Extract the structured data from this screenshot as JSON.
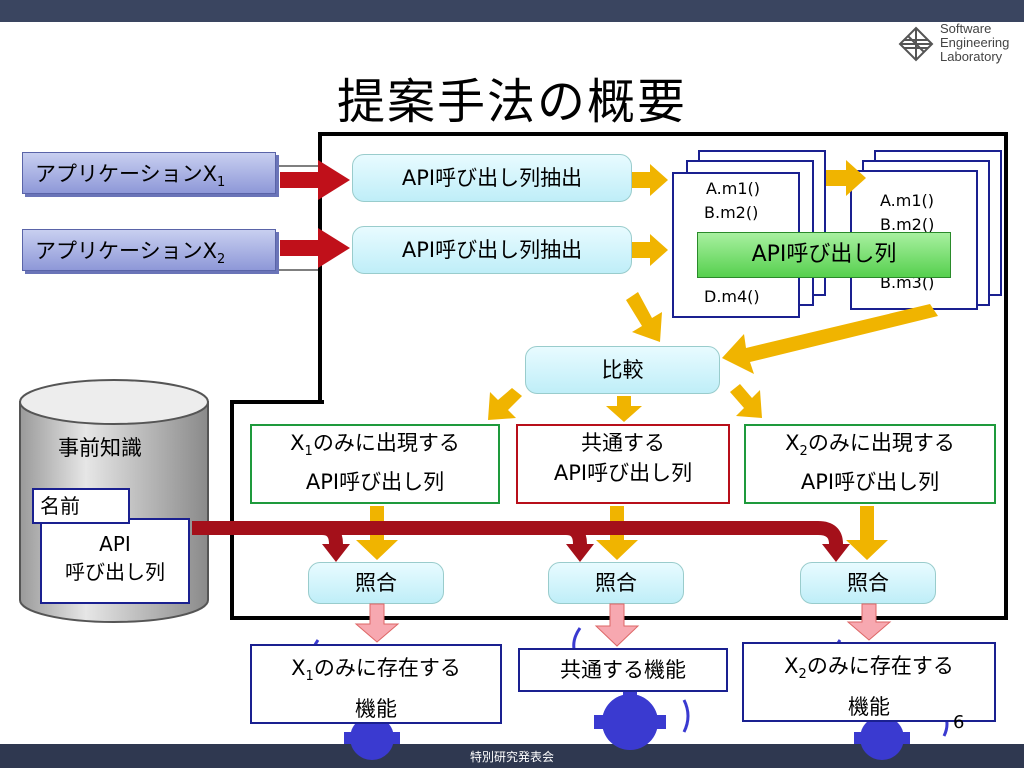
{
  "slide": {
    "title": "提案手法の概要",
    "page_number": "6",
    "footer": "特別研究発表会"
  },
  "logo": {
    "line1": "Software",
    "line2": "Engineering",
    "line3": "Laboratory"
  },
  "apps": [
    {
      "text": "アプリケーションX",
      "sub": "1"
    },
    {
      "text": "アプリケーションX",
      "sub": "2"
    }
  ],
  "extract_label": "API呼び出し列抽出",
  "docs": {
    "left_lines": [
      "A.m1()",
      "B.m2()",
      "D.m4()"
    ],
    "right_lines": [
      "A.m1()",
      "B.m2()",
      "B.m3()"
    ],
    "label": "API呼び出し列"
  },
  "compare_label": "比較",
  "knowledge": {
    "label": "事前知識",
    "name_label": "名前",
    "api_line1": "API",
    "api_line2": "呼び出し列"
  },
  "categories": [
    {
      "prefix": "X",
      "sub": "1",
      "line1": "のみに出現する",
      "line2": "API呼び出し列"
    },
    {
      "prefix": "",
      "sub": "",
      "line1": "共通する",
      "line2": "API呼び出し列"
    },
    {
      "prefix": "X",
      "sub": "2",
      "line1": "のみに出現する",
      "line2": "API呼び出し列"
    }
  ],
  "match_label": "照合",
  "results": [
    {
      "prefix": "X",
      "sub": "1",
      "line1": "のみに存在する",
      "line2": "機能"
    },
    {
      "text": "共通する機能"
    },
    {
      "prefix": "X",
      "sub": "2",
      "line1": "のみに存在する",
      "line2": "機能"
    }
  ],
  "colors": {
    "top_bar": "#3a4560",
    "app_box": "#8e98d8",
    "process_box": "#bfeef8",
    "red_arrow": "#c0101a",
    "orange_arrow": "#f0b400",
    "pink_arrow": "#f7a8b0",
    "green_label": "#56d04e",
    "gear": "#3a3ad0"
  }
}
